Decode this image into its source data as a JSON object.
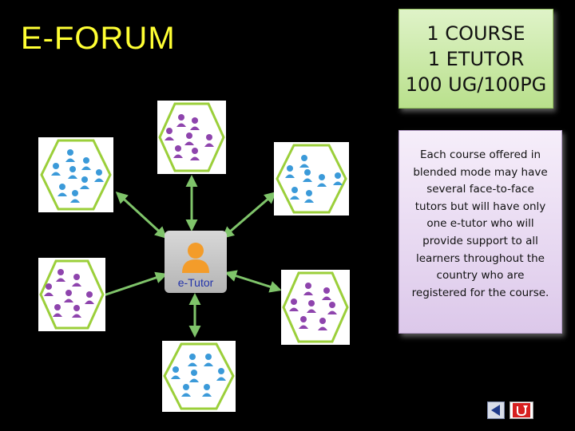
{
  "title": "E-FORUM",
  "course_box": {
    "lines": [
      "1 COURSE",
      "1 ETUTOR",
      "100 UG/100PG"
    ]
  },
  "description": {
    "lines": [
      "Each course offered in",
      "blended mode may have",
      "several face-to-face",
      "tutors but will have only",
      "one e-tutor who will",
      "provide support to all",
      "learners throughout the",
      "country who are",
      "registered for the course."
    ]
  },
  "hub": {
    "label": "e-Tutor",
    "icon": "person-icon"
  },
  "learner_groups": [
    {
      "id": "top-left",
      "member_color": "#3b9ad9"
    },
    {
      "id": "top",
      "member_color": "#8e44ad"
    },
    {
      "id": "top-right",
      "member_color": "#3b9ad9"
    },
    {
      "id": "bottom-left",
      "member_color": "#8e44ad"
    },
    {
      "id": "bottom-right",
      "member_color": "#8e44ad"
    },
    {
      "id": "bottom",
      "member_color": "#3b9ad9"
    }
  ],
  "colors": {
    "title": "#ffff33",
    "hexagon": "#9bcf3a",
    "arrow": "#7fc46a",
    "tutor_icon": "#f39c2a"
  },
  "nav": {
    "back_icon": "back-triangle-icon",
    "return_icon": "return-arrow-icon"
  }
}
